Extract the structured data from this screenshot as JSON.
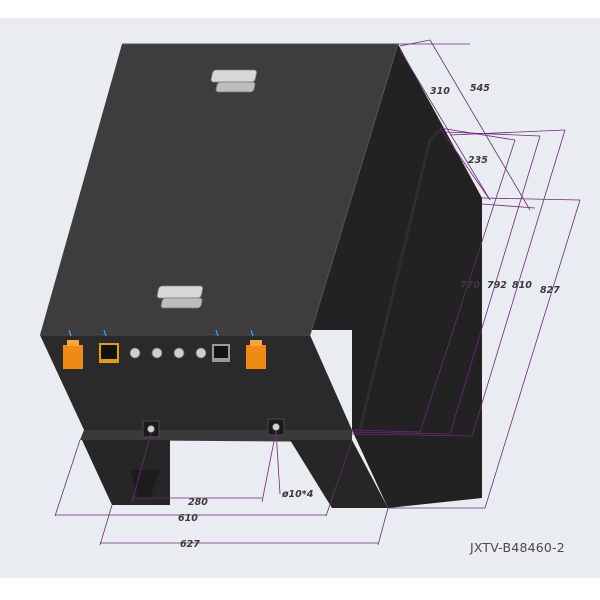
{
  "model_code": "JXTV-B48460-2",
  "dimensions": {
    "d310": "310",
    "d545": "545",
    "d235": "235",
    "d770": "770",
    "d792": "792",
    "d810": "810",
    "d827": "827",
    "d280": "280",
    "d610": "610",
    "d627": "627",
    "hole": "ø10*4"
  },
  "colors": {
    "background": "#e9ecf0",
    "body_top": "#3b3b3b",
    "body_front": "#2a2a2a",
    "body_side": "#1f1f1f",
    "dimension_line": "#6b2b7a",
    "terminal_orange": "#f08a12"
  }
}
